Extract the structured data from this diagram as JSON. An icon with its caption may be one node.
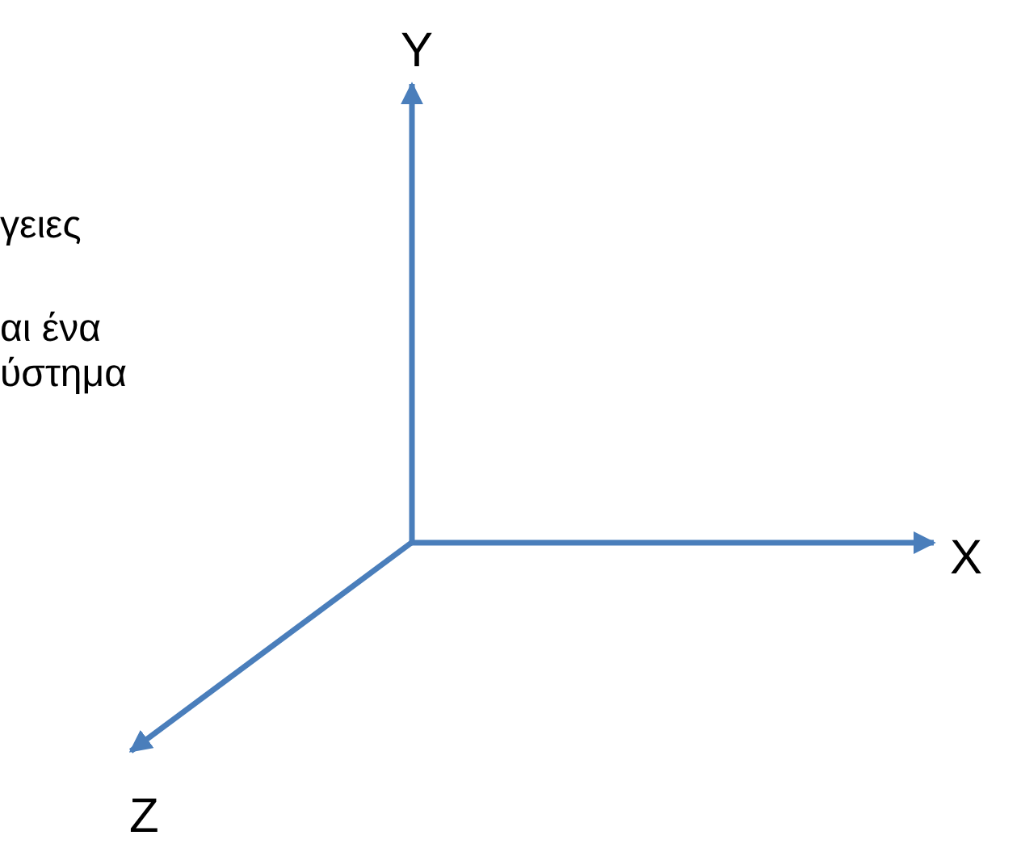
{
  "diagram": {
    "labels": [
      "γειες",
      "αι ένα ύστημα",
      "Y",
      "X",
      "Z"
    ]
  }
}
